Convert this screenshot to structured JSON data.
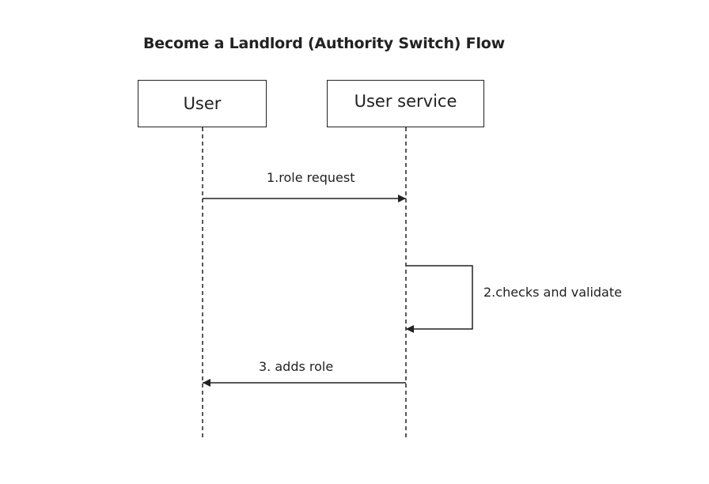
{
  "diagram": {
    "title": "Become a Landlord (Authority Switch) Flow",
    "participants": [
      {
        "id": "user",
        "label": "User"
      },
      {
        "id": "user_service",
        "label": "User service"
      }
    ],
    "messages": [
      {
        "from": "user",
        "to": "user_service",
        "label": "1.role request"
      },
      {
        "from": "user_service",
        "to": "user_service",
        "label": "2.checks and validate"
      },
      {
        "from": "user_service",
        "to": "user",
        "label": "3. adds role"
      }
    ]
  }
}
